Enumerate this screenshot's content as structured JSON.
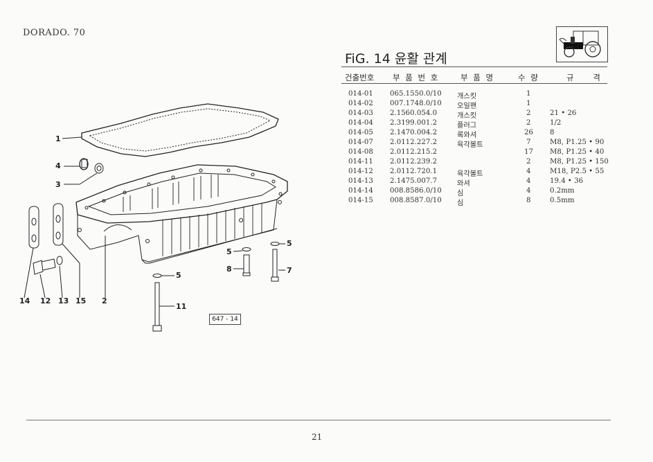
{
  "header": {
    "model": "DORADO. 70",
    "fig_title": "FiG. 14 윤활 관계"
  },
  "table": {
    "columns": [
      "건출번호",
      "부 품 번 호",
      "부 품 명",
      "수 량",
      "규 격"
    ],
    "rows": [
      [
        "014-01",
        "065.1550.0/10",
        "개스킷",
        "1",
        ""
      ],
      [
        "014-02",
        "007.1748.0/10",
        "오일팬",
        "1",
        ""
      ],
      [
        "014-03",
        "2.1560.054.0",
        "개스킷",
        "2",
        "21 • 26"
      ],
      [
        "014-04",
        "2.3199.001.2",
        "플러그",
        "2",
        "1/2"
      ],
      [
        "014-05",
        "2.1470.004.2",
        "록와셔",
        "26",
        "8"
      ],
      [
        "014-07",
        "2.0112.227.2",
        "육각볼트",
        "7",
        "M8, P1.25 • 90"
      ],
      [
        "014-08",
        "2.0112.215.2",
        "",
        "17",
        "M8, P1.25 • 40"
      ],
      [
        "014-11",
        "2.0112.239.2",
        "",
        "2",
        "M8, P1.25 • 150"
      ],
      [
        "014-12",
        "2.0112.720.1",
        "육각볼트",
        "4",
        "M18, P2.5 • 55"
      ],
      [
        "014-13",
        "2.1475.007.7",
        "와셔",
        "4",
        "19.4 • 36"
      ],
      [
        "014-14",
        "008.8586.0/10",
        "심",
        "4",
        "0.2mm"
      ],
      [
        "014-15",
        "008.8587.0/10",
        "심",
        "8",
        "0.5mm"
      ]
    ]
  },
  "diagram": {
    "callouts": {
      "c1": "1",
      "c4": "4",
      "c3": "3",
      "c14": "14",
      "c12": "12",
      "c13": "13",
      "c15": "15",
      "c2": "2",
      "c5a": "5",
      "c8": "8",
      "c5b": "5",
      "c7": "7",
      "c5c": "5",
      "c11": "11"
    },
    "fig_code": "647 - 14"
  },
  "footer": {
    "page": "21"
  }
}
